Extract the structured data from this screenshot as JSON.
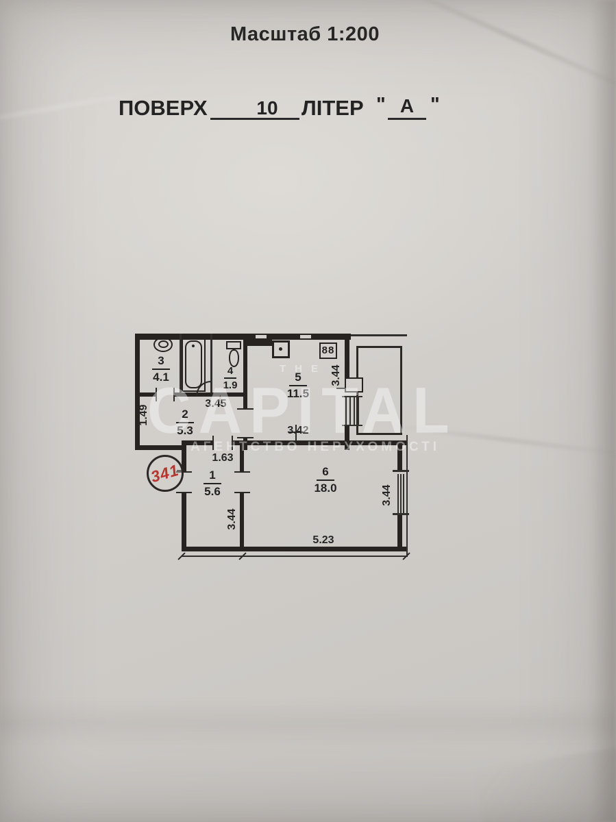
{
  "scale_title": "Масштаб 1:200",
  "floor_row": {
    "floor_label": "ПОВЕРХ",
    "floor_value": "10",
    "liter_label": "ЛІТЕР",
    "open_quote": "\"",
    "liter_value": "А",
    "close_quote": "\""
  },
  "unit_number": "341",
  "watermark": {
    "brand_top": "THE",
    "brand": "CAPITAL",
    "tagline": "АГЕНТСТВО НЕРУХОМОСТІ"
  },
  "rooms": [
    {
      "number": "3",
      "area": "4.1"
    },
    {
      "number": "4",
      "area": "1.9"
    },
    {
      "number": "2",
      "area": "5.3"
    },
    {
      "number": "5",
      "area": "11.5"
    },
    {
      "number": "1",
      "area": "5.6"
    },
    {
      "number": "6",
      "area": "18.0"
    }
  ],
  "dimensions": {
    "room2_width": "3.45",
    "room2_depth": "1.49",
    "kitchen_depth": "3.44",
    "kitchen_width": "3.42",
    "hall_width": "1.63",
    "hall_depth": "3.44",
    "room6_width": "5.23",
    "room6_depth": "3.44"
  },
  "fixtures": {
    "stove_label": "88"
  }
}
